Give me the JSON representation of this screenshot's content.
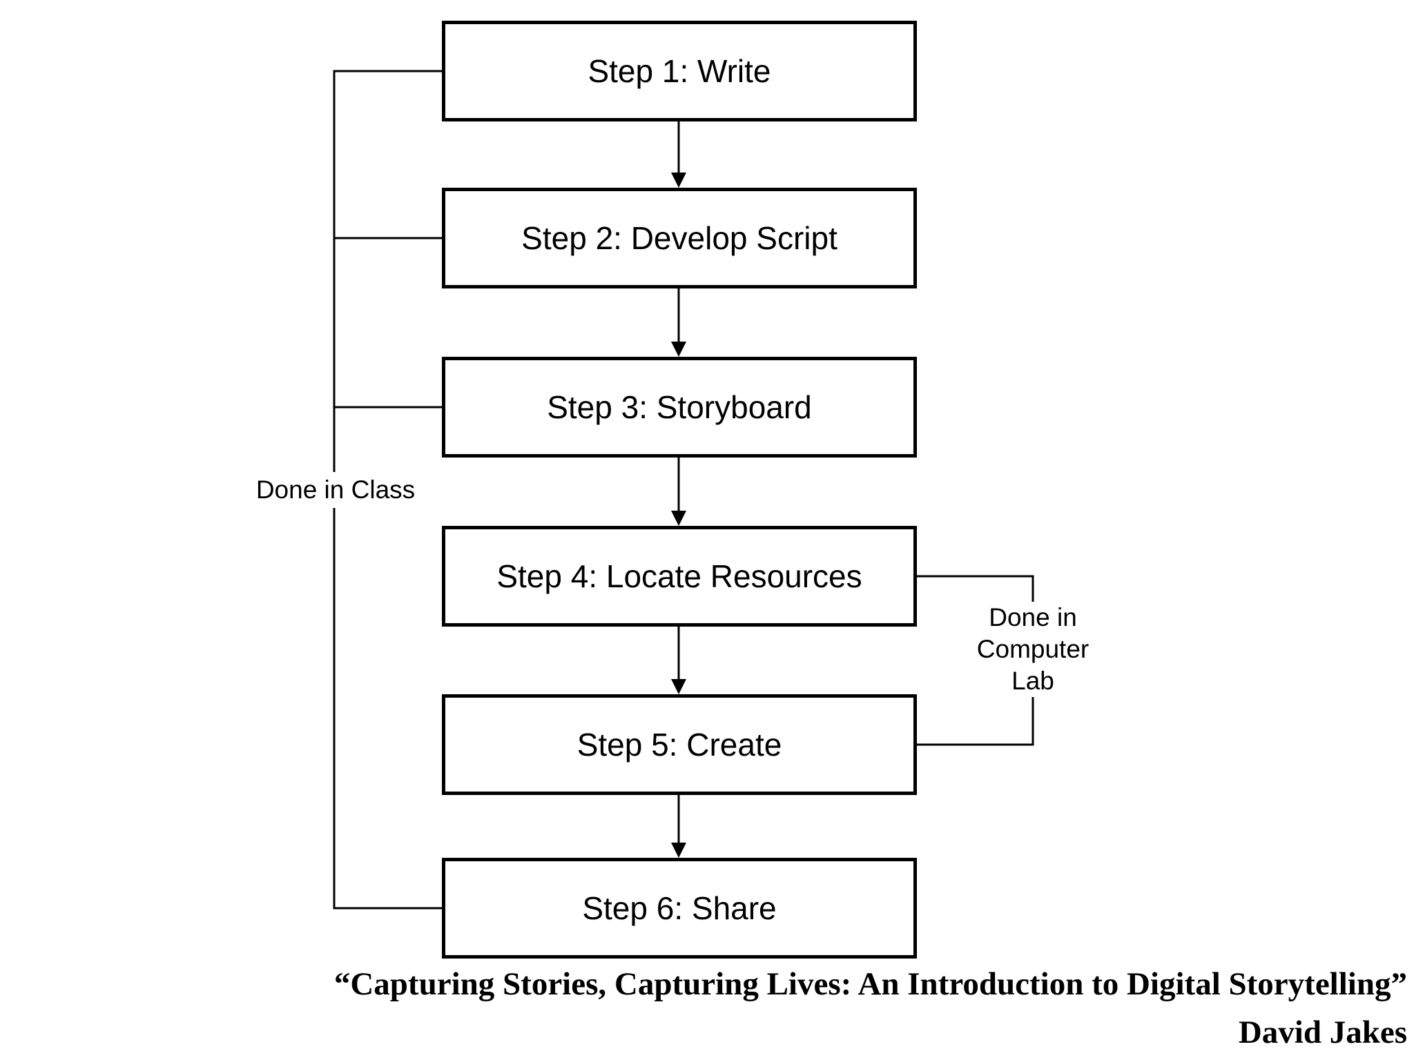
{
  "flowchart": {
    "steps": [
      {
        "label": "Step 1: Write"
      },
      {
        "label": "Step 2: Develop Script"
      },
      {
        "label": "Step 3: Storyboard"
      },
      {
        "label": "Step 4: Locate Resources"
      },
      {
        "label": "Step 5: Create"
      },
      {
        "label": "Step 6: Share"
      }
    ],
    "side_labels": {
      "left": {
        "text": "Done in Class"
      },
      "right": {
        "lines": [
          "Done in",
          "Computer",
          "Lab"
        ]
      }
    },
    "colors": {
      "line": "#000000",
      "box_border": "#000000",
      "box_fill": "#ffffff",
      "background": "#ffffff",
      "text": "#000000"
    }
  },
  "footer": {
    "title": "“Capturing Stories, Capturing Lives: An Introduction to Digital Storytelling”",
    "author": "David Jakes"
  }
}
